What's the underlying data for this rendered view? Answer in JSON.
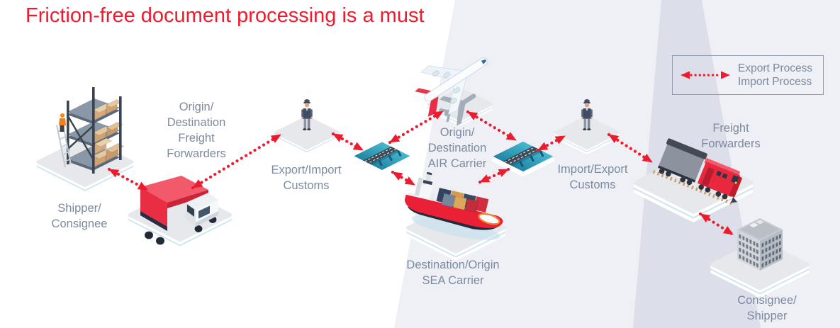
{
  "title": "Friction-free document processing is a must",
  "legend": {
    "export_label": "Export Process",
    "import_label": "Import Process",
    "arrow_icon": "bidirectional-dotted-arrow"
  },
  "nodes": {
    "shipper": {
      "label": "Shipper/\nConsignee",
      "icon": "warehouse-icon"
    },
    "origin_forwarders": {
      "label": "Origin/\nDestination\nFreight\nForwarders",
      "icon": "truck-icon"
    },
    "export_customs": {
      "label": "Export/Import\nCustoms",
      "icon": "customs-officer-icon"
    },
    "air_carrier": {
      "label": "Origin/\nDestination\nAIR Carrier",
      "icon": "airplane-icon"
    },
    "sea_carrier": {
      "label": "Destination/Origin\nSEA Carrier",
      "icon": "cargo-ship-icon"
    },
    "import_customs": {
      "label": "Import/Export\nCustoms",
      "icon": "customs-officer-icon"
    },
    "dest_forwarders": {
      "label": "Freight\nForwarders",
      "icon": "train-icon"
    },
    "consignee": {
      "label": "Consignee/\nShipper",
      "icon": "office-building-icon"
    }
  },
  "colors": {
    "accent_red": "#ec1b2e",
    "label_text": "#7c8aa0",
    "legend_border": "#8d99ad",
    "beam_light": "#eef0f5",
    "beam_dark": "#dcdfe9",
    "platform_top": "#e6e8ec",
    "platform_rim": "#cfe6f1",
    "bridge_teal_dark": "#0f6a8e",
    "bridge_teal_light": "#59d2e4"
  }
}
